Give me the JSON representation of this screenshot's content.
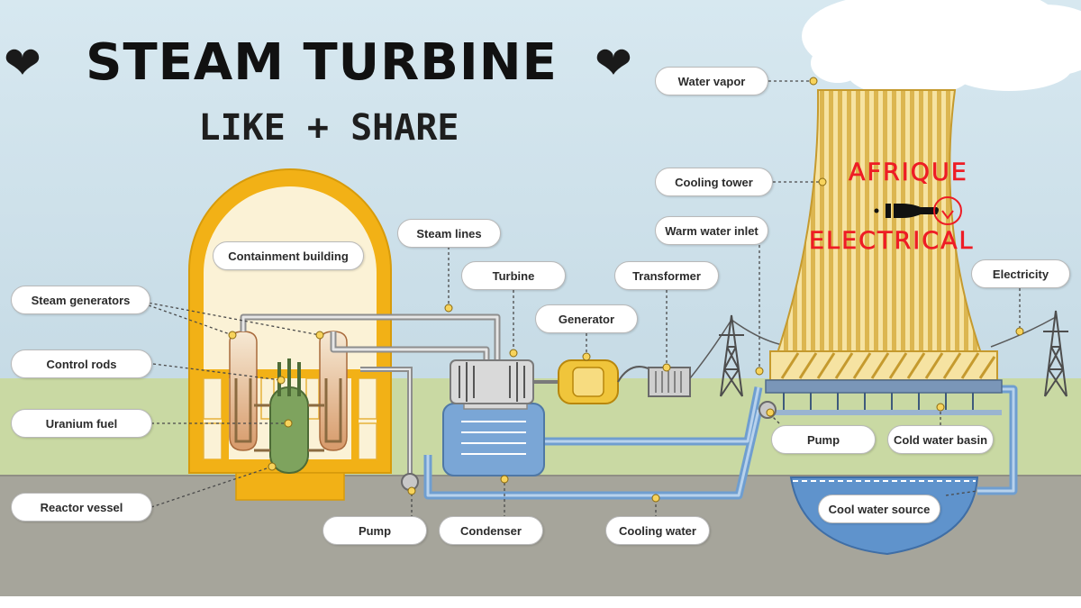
{
  "title": "STEAM TURBINE",
  "subtitle": "LIKE + SHARE",
  "hearts": [
    "❤",
    "❤"
  ],
  "watermark": {
    "line1": "AFRIQUE",
    "line2": "ELECTRICAL"
  },
  "labels": {
    "water_vapor": "Water vapor",
    "cooling_tower": "Cooling tower",
    "warm_water_inlet": "Warm water inlet",
    "electricity": "Electricity",
    "containment_building": "Containment building",
    "steam_lines": "Steam lines",
    "turbine": "Turbine",
    "transformer": "Transformer",
    "generator": "Generator",
    "steam_generators": "Steam generators",
    "control_rods": "Control rods",
    "uranium_fuel": "Uranium fuel",
    "reactor_vessel": "Reactor vessel",
    "pump_left": "Pump",
    "condenser": "Condenser",
    "cooling_water": "Cooling water",
    "pump_right": "Pump",
    "cold_water_basin": "Cold water basin",
    "cool_water_source": "Cool water source"
  },
  "colors": {
    "sky": "#c8dde8",
    "grass": "#c9d9a3",
    "ground": "#a4a39a",
    "containment": "#f2b116",
    "tower_stripe": "#e8c866",
    "water": "#6f9ed0",
    "brand_red": "#ee1c25"
  }
}
